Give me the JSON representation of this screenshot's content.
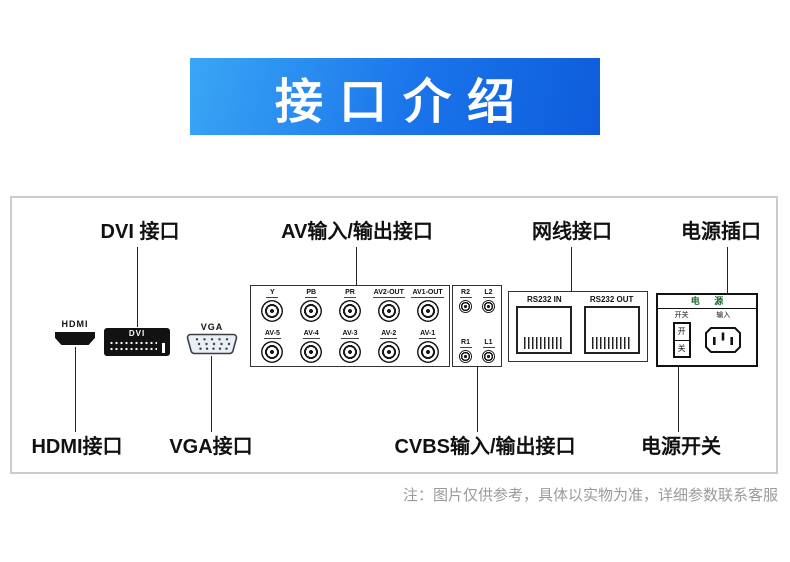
{
  "banner": {
    "title": "接口介绍"
  },
  "callouts": {
    "top": {
      "dvi": "DVI 接口",
      "av": "AV输入/输出接口",
      "lan": "网线接口",
      "power_inlet": "电源插口"
    },
    "bottom": {
      "hdmi": "HDMI接口",
      "vga": "VGA接口",
      "cvbs": "CVBS输入/输出接口",
      "power_switch": "电源开关"
    }
  },
  "connectors": {
    "hdmi": {
      "label": "HDMI"
    },
    "dvi": {
      "label": "DVI"
    },
    "vga": {
      "label": "VGA"
    },
    "av": {
      "jacks": [
        "Y",
        "PB",
        "PR",
        "AV2-OUT",
        "AV1-OUT",
        "AV-5",
        "AV-4",
        "AV-3",
        "AV-2",
        "AV-1"
      ]
    },
    "cvbs": {
      "jacks": [
        "R2",
        "L2",
        "R1",
        "L1"
      ]
    },
    "lan": {
      "ports": [
        "RS232 IN",
        "RS232 OUT"
      ]
    },
    "power": {
      "title": "电 源",
      "switch_caption": "开关",
      "inlet_caption": "输入",
      "switch_on": "开",
      "switch_off": "关"
    }
  },
  "footnote": "注：图片仅供参考，具体以实物为准，详细参数联系客服",
  "colors": {
    "banner_start": "#3aa6f5",
    "banner_end": "#0e5cdc",
    "footnote": "#9a9a9a"
  }
}
